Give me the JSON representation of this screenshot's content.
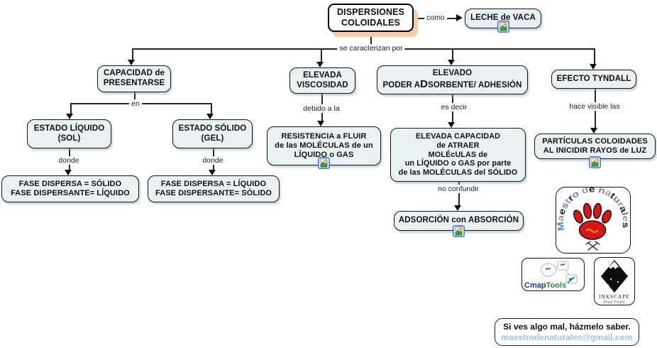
{
  "colors": {
    "box_bg": "#e9f1f3",
    "box_border": "#141414",
    "root_shadow": "#f8cba3",
    "line": "#262626",
    "email_blue": "#9dc3e6",
    "paw_red": "#dd1414",
    "cmap_blue": "#173f7d",
    "cmap_green": "#2e8b3a",
    "arc_palette": [
      "#5b7fc0",
      "#97999f",
      "#1f1f1f"
    ]
  },
  "root": {
    "line1": "DISPERSIONES",
    "line2": "COLOIDALES"
  },
  "links": {
    "como": "como",
    "se_caracterizan": "se caracterizan por",
    "en": "en",
    "donde": "donde",
    "debido": "debido a la",
    "es_decir": "es decir",
    "no_confundir": "no confundir",
    "hace_visible": "hace visible las"
  },
  "concepts": {
    "leche": {
      "text": "LECHE de VACA"
    },
    "capacidad": {
      "line1": "CAPACIDAD de",
      "line2": "PRESENTARSE"
    },
    "viscosidad": {
      "line1": "ELEVADA",
      "line2": "VISCOSIDAD"
    },
    "elevado": {
      "line1": "ELEVADO",
      "line2_pre": "PODER A",
      "line2_big": "D",
      "line2_post": "SORBENTE/ ADHESIÓN"
    },
    "tyndall": {
      "text": "EFECTO TYNDALL"
    },
    "sol": {
      "line1": "ESTADO LÍQUIDO",
      "line2": "(SOL)"
    },
    "gel": {
      "line1": "ESTADO SÓLIDO",
      "line2": "(GEL)"
    },
    "fase_sol": {
      "line1": "FASE DISPERSA = SÓLIDO",
      "line2": "FASE DISPERSANTE= LÍQUIDO"
    },
    "fase_gel": {
      "line1": "FASE DISPERSA = LÍQUIDO",
      "line2": "FASE DISPERSANTE= SÓLIDO"
    },
    "resistencia": {
      "line1": "RESISTENCIA a FLUIR",
      "line2": "de las MOLÉCULAS de un",
      "line3": "LÍQUIDO o GAS"
    },
    "atraer": {
      "line1": "ELEVADA CAPACIDAD",
      "line2": "de ATRAER",
      "line3": "MOLÉcULAS de",
      "line4": "un LÍQUIDO o GAS por parte",
      "line5": "de las MOLÉCULAS del SÓLIDO"
    },
    "adsorcion": {
      "text": "ADSORCIÓN con ABSORCIÓN"
    },
    "particulas": {
      "line1": "PARTÍCULAS COLOIDADES",
      "line2": "AL INICIDIR RAYOS de LUZ"
    }
  },
  "logos": {
    "maestro": {
      "arc_text": "Maestro de naturales"
    },
    "cmaptools": {
      "name_blue": "Cmap",
      "name_green": "Tools"
    },
    "inkscape": {
      "name": "INKSCAPE",
      "tagline": "Draw Freely."
    }
  },
  "footer": {
    "message": "Si ves algo mal, házmelo saber.",
    "email": "maestrodenaturales@gmail.com"
  },
  "icons": {
    "resource": "image-resource-icon",
    "paw": "paw-print-icon",
    "tools": "crossed-hammers-icon"
  }
}
